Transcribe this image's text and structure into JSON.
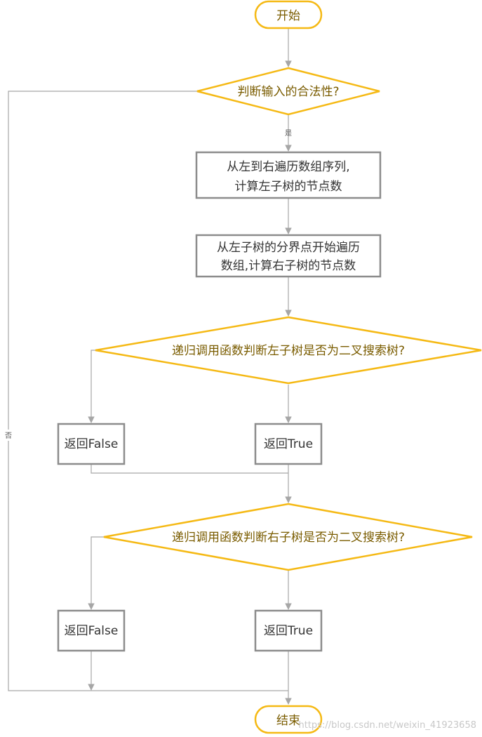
{
  "flowchart": {
    "start": "开始",
    "check_input": "判断输入的合法性?",
    "yes_label": "是",
    "no_label": "否",
    "step1_line1": "从左到右遍历数组序列,",
    "step1_line2": "计算左子树的节点数",
    "step2_line1": "从左子树的分界点开始遍历",
    "step2_line2": "数组,计算右子树的节点数",
    "check_left": "递归调用函数判断左子树是否为二叉搜索树?",
    "left_false": "返回False",
    "left_true": "返回True",
    "check_right": "递归调用函数判断右子树是否为二叉搜索树?",
    "right_false": "返回False",
    "right_true": "返回True",
    "end": "结束"
  },
  "watermark": "https://blog.csdn.net/weixin_41923658",
  "colors": {
    "decision_stroke": "#f5b914",
    "decision_text": "#7a5c00",
    "box_stroke": "#8c8c8c",
    "box_text": "#333333",
    "connector": "#a6a6a6"
  }
}
